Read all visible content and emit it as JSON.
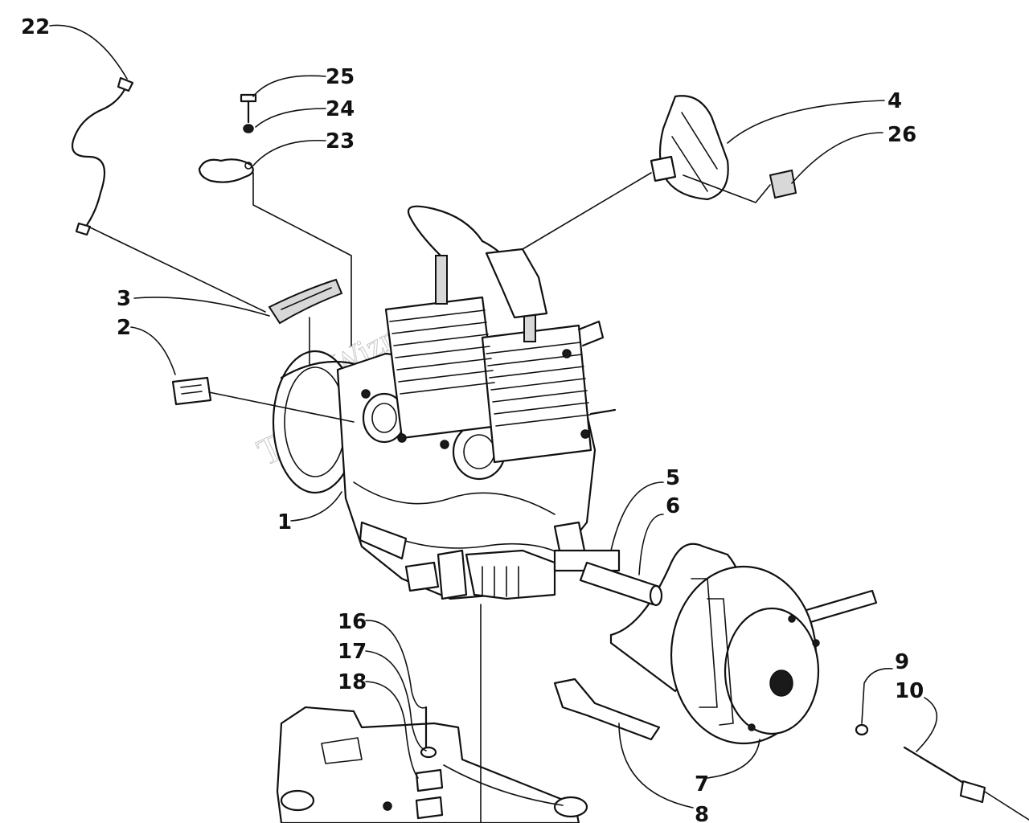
{
  "callouts": {
    "c1": "1",
    "c2": "2",
    "c3": "3",
    "c4": "4",
    "c5": "5",
    "c6": "6",
    "c7": "7",
    "c8": "8",
    "c9": "9",
    "c10": "10",
    "c16": "16",
    "c17": "17",
    "c18": "18",
    "c22": "22",
    "c23": "23",
    "c24": "24",
    "c25": "25",
    "c26": "26"
  },
  "watermark": {
    "brand_line1": "Wiznex",
    "brand_line2": "Technologies"
  },
  "colors": {
    "ink": "#111111",
    "paper": "#ffffff",
    "watermark": "#999999"
  }
}
